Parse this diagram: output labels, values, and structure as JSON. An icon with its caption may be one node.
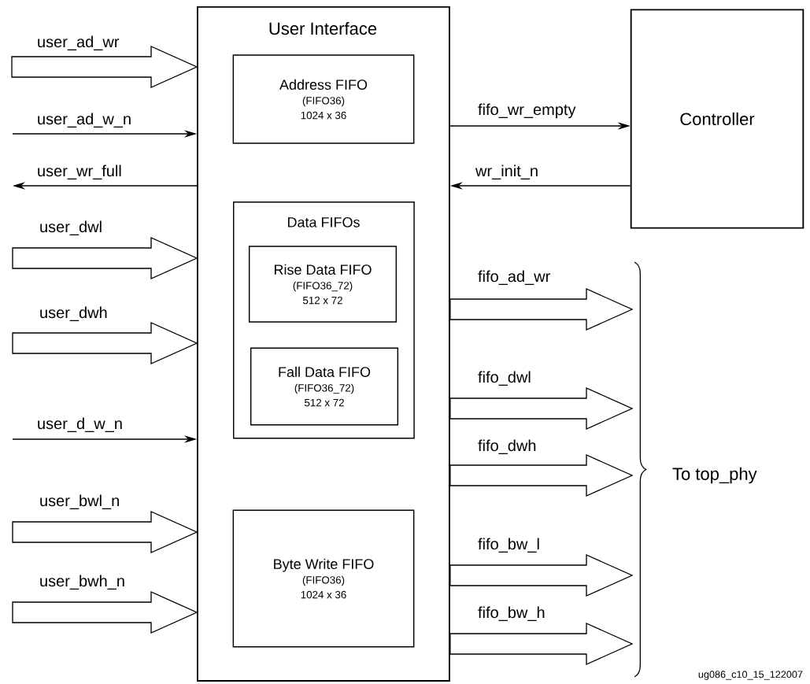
{
  "diagram": {
    "nodes": [
      {
        "text": [
          "User Interface"
        ]
      },
      {
        "text": [
          "Address FIFO",
          "(FIFO36)",
          "1024 x 36"
        ],
        "in": 0
      },
      {
        "text": [
          "Data FIFOs"
        ],
        "in": 0
      },
      {
        "text": [
          "Rise Data FIFO",
          "(FIFO36_72)",
          "512 x 72"
        ],
        "in": 2
      },
      {
        "text": [
          "Fall Data FIFO",
          "(FIFO36_72)",
          "512 x 72"
        ],
        "in": 2
      },
      {
        "text": [
          "Byte Write FIFO",
          "(FIFO36)",
          "1024 x 36"
        ],
        "in": 0
      },
      {
        "text": [
          "Controller"
        ]
      }
    ],
    "edges": [
      {
        "from": null,
        "to": 0,
        "arrow": "to",
        "label": "user_ad_wr",
        "style": "thick"
      },
      {
        "from": null,
        "to": 0,
        "arrow": "to",
        "label": "user_ad_w_n"
      },
      {
        "from": 0,
        "to": null,
        "arrow": "to",
        "label": "user_wr_full"
      },
      {
        "from": null,
        "to": 0,
        "arrow": "to",
        "label": "user_dwl",
        "style": "thick"
      },
      {
        "from": null,
        "to": 0,
        "arrow": "to",
        "label": "user_dwh",
        "style": "thick"
      },
      {
        "from": null,
        "to": 0,
        "arrow": "to",
        "label": "user_d_w_n"
      },
      {
        "from": null,
        "to": 0,
        "arrow": "to",
        "label": "user_bwl_n",
        "style": "thick"
      },
      {
        "from": null,
        "to": 0,
        "arrow": "to",
        "label": "user_bwh_n",
        "style": "thick"
      },
      {
        "from": 0,
        "to": 6,
        "arrow": "to",
        "label": "fifo_wr_empty"
      },
      {
        "from": 6,
        "to": 0,
        "arrow": "to",
        "label": "wr_init_n"
      },
      {
        "from": 0,
        "to": null,
        "arrow": "to",
        "label": "fifo_ad_wr",
        "style": "thick"
      },
      {
        "from": 0,
        "to": null,
        "arrow": "to",
        "label": "fifo_dwl",
        "style": "thick"
      },
      {
        "from": 0,
        "to": null,
        "arrow": "to",
        "label": "fifo_dwh",
        "style": "thick"
      },
      {
        "from": 0,
        "to": null,
        "arrow": "to",
        "label": "fifo_bw_l",
        "style": "thick"
      },
      {
        "from": 0,
        "to": null,
        "arrow": "to",
        "label": "fifo_bw_h",
        "style": "thick"
      }
    ],
    "labels": [
      "To top_phy",
      "ug086_c10_15_122007"
    ]
  }
}
